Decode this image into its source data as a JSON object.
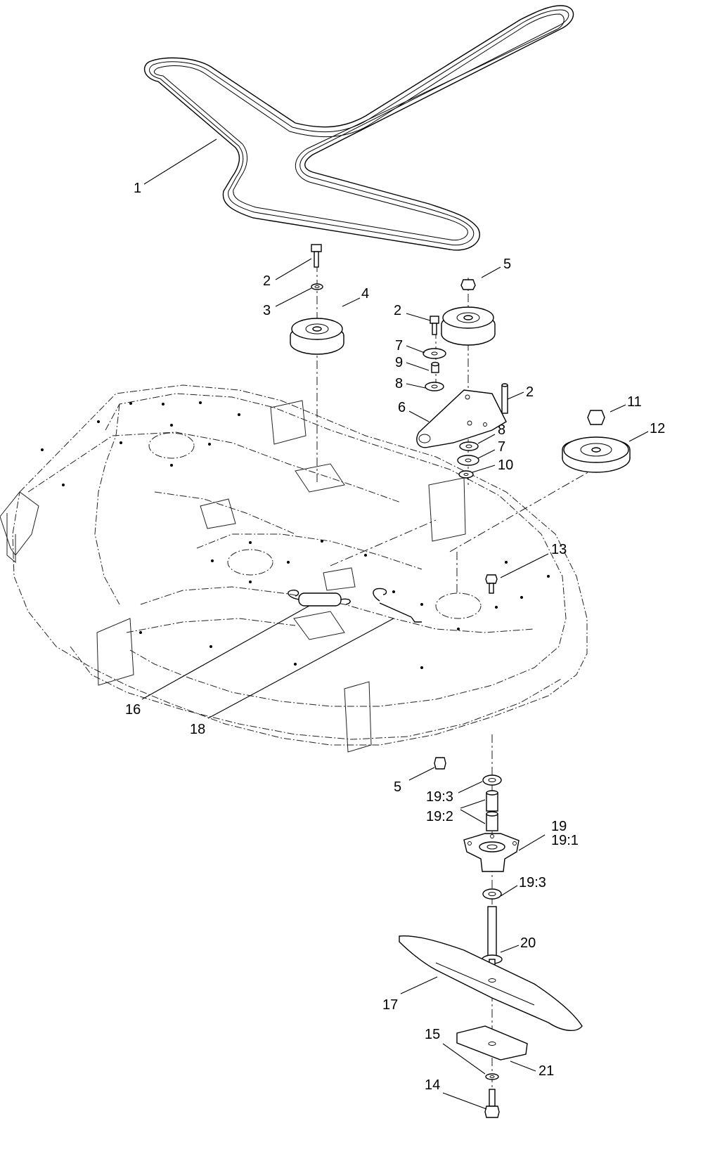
{
  "diagram": {
    "type": "exploded-parts-view",
    "callouts": [
      {
        "id": "c1",
        "text": "1"
      },
      {
        "id": "c2a",
        "text": "2"
      },
      {
        "id": "c3",
        "text": "3"
      },
      {
        "id": "c4",
        "text": "4"
      },
      {
        "id": "c5a",
        "text": "5"
      },
      {
        "id": "c2b",
        "text": "2"
      },
      {
        "id": "c7a",
        "text": "7"
      },
      {
        "id": "c9",
        "text": "9"
      },
      {
        "id": "c8a",
        "text": "8"
      },
      {
        "id": "c2c",
        "text": "2"
      },
      {
        "id": "c6",
        "text": "6"
      },
      {
        "id": "c11",
        "text": "11"
      },
      {
        "id": "c12",
        "text": "12"
      },
      {
        "id": "c8b",
        "text": "8"
      },
      {
        "id": "c7b",
        "text": "7"
      },
      {
        "id": "c10",
        "text": "10"
      },
      {
        "id": "c13",
        "text": "13"
      },
      {
        "id": "c16",
        "text": "16"
      },
      {
        "id": "c18",
        "text": "18"
      },
      {
        "id": "c5b",
        "text": "5"
      },
      {
        "id": "c193a",
        "text": "19:3"
      },
      {
        "id": "c192",
        "text": "19:2"
      },
      {
        "id": "c19",
        "text": "19"
      },
      {
        "id": "c191",
        "text": "19:1"
      },
      {
        "id": "c193b",
        "text": "19:3"
      },
      {
        "id": "c20",
        "text": "20"
      },
      {
        "id": "c17",
        "text": "17"
      },
      {
        "id": "c15",
        "text": "15"
      },
      {
        "id": "c21",
        "text": "21"
      },
      {
        "id": "c14",
        "text": "14"
      }
    ]
  }
}
